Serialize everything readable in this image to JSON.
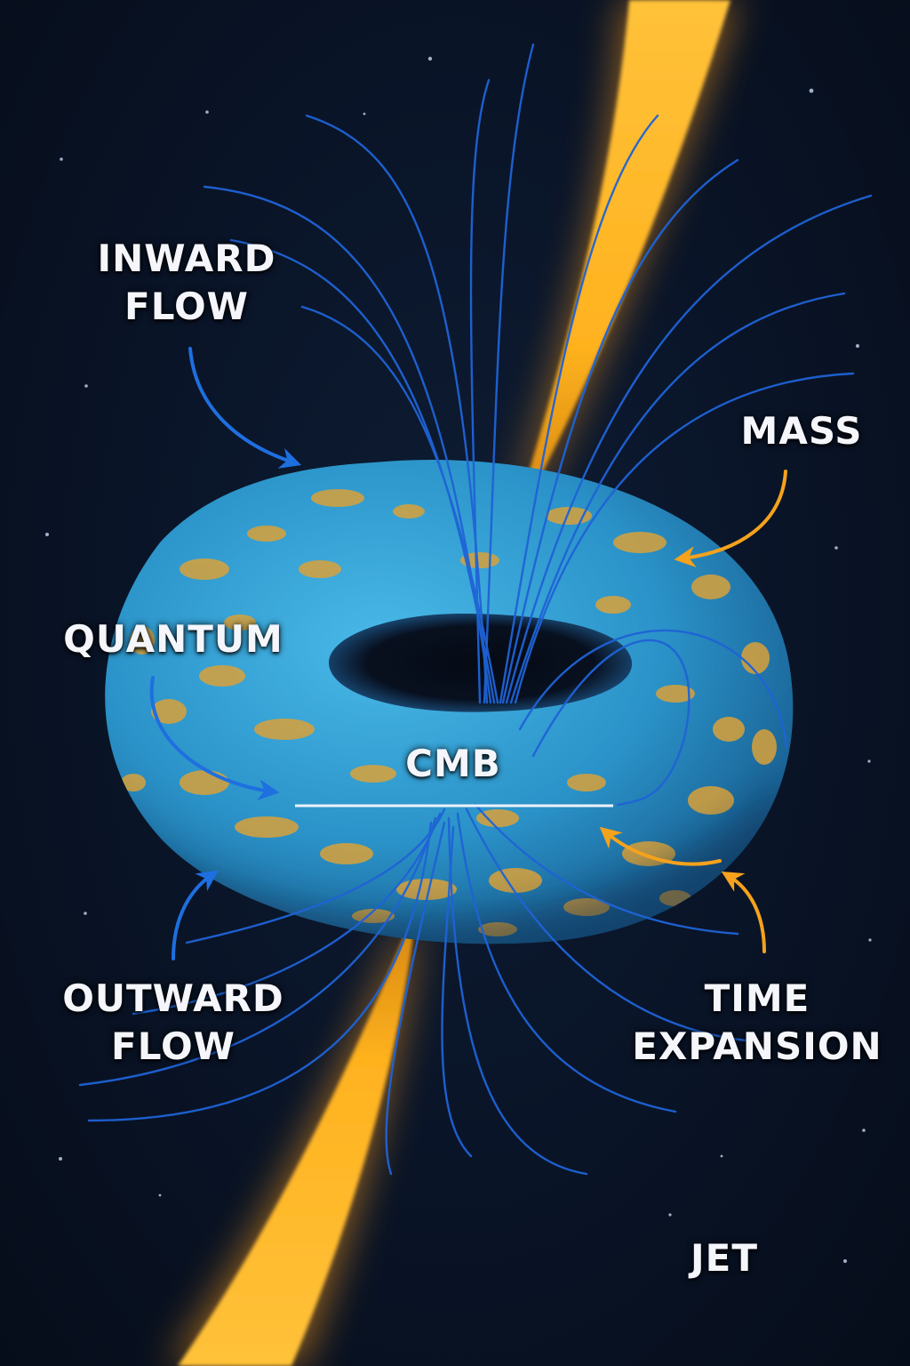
{
  "labels": {
    "inward_flow": "INWARD\nFLOW",
    "mass": "MASS",
    "quantum": "QUANTUM",
    "cmb": "CMB",
    "outward_flow": "OUTWARD\nFLOW",
    "time_expansion": "TIME\nEXPANSION",
    "jet": "JET"
  },
  "colors": {
    "background": "#081222",
    "torus": "#2a9ad0",
    "torus_patch": "#d9a23a",
    "field_lines": "#1f63d6",
    "jet": "#ffb21f",
    "blue_arrow": "#1e6fe0",
    "orange_arrow": "#f5a21c",
    "label_text": "#f4f6fb"
  }
}
